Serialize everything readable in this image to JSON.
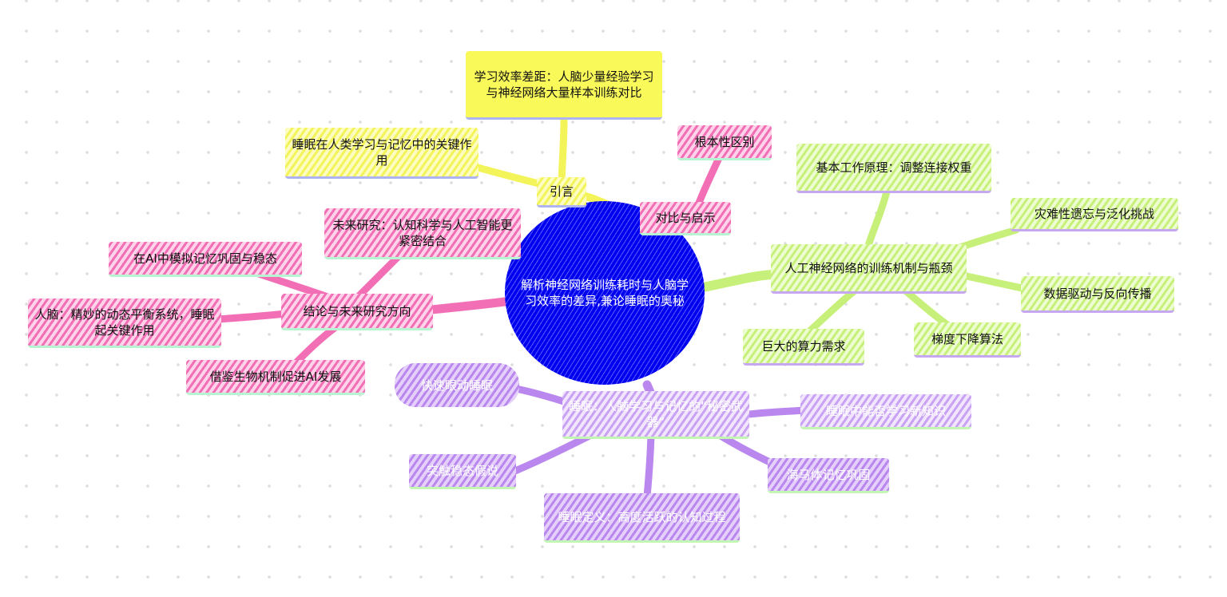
{
  "colors": {
    "root": "#0000f0",
    "intro_branch": "#f3f35a",
    "compare_branch": "#f26fb6",
    "neural_branch": "#c7f07a",
    "sleep_branch": "#b987ee",
    "conclusion_branch": "#f26fb6"
  },
  "root": {
    "label": "解析神经网络训练耗时与人脑学习效率的差异,兼论睡眠的奥秘"
  },
  "intro": {
    "label": "引言",
    "children": [
      "学习效率差距：人脑少量经验学习与神经网络大量样本训练对比",
      "睡眠在人类学习与记忆中的关键作用"
    ]
  },
  "compare": {
    "label": "对比与启示",
    "children": [
      "根本性区别"
    ]
  },
  "neural": {
    "label": "人工神经网络的训练机制与瓶颈",
    "children": [
      "基本工作原理：调整连接权重",
      "灾难性遗忘与泛化挑战",
      "数据驱动与反向传播",
      "梯度下降算法",
      "巨大的算力需求"
    ]
  },
  "sleep": {
    "label": "睡眠：人脑学习与记忆的“秘密武器”",
    "children": [
      "快速眼动睡眠",
      "睡眠中能否学习新知识",
      "海马体记忆巩固",
      "睡眠定义：高度活跃的认知过程",
      "突触稳态假说"
    ]
  },
  "conclusion": {
    "label": "结论与未来研究方向",
    "children": [
      "未来研究：认知科学与人工智能更紧密结合",
      "在AI中模拟记忆巩固与稳态",
      "人脑：精妙的动态平衡系统，睡眠起关键作用",
      "借鉴生物机制促进AI发展"
    ]
  }
}
